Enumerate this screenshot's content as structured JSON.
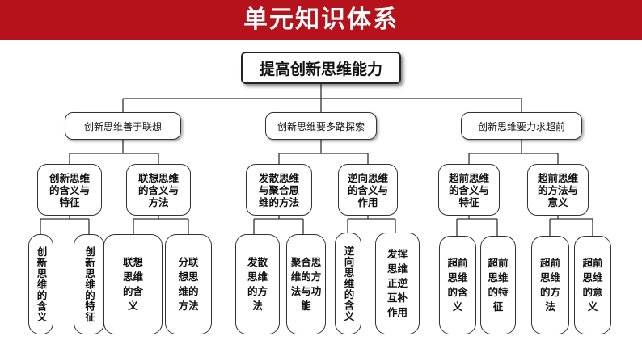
{
  "title": "单元知识体系",
  "root": "提高创新思维能力",
  "branches": [
    {
      "label": "创新思维善于联想",
      "children": [
        {
          "label": "创新思维的含义与特征",
          "leaves": [
            "创新思维的含义",
            "创新思维的特征"
          ]
        },
        {
          "label": "联想思维的含义与方法",
          "leaves": [
            "联想思维的含义",
            "分联想思维的方法"
          ]
        }
      ]
    },
    {
      "label": "创新思维要多路探索",
      "children": [
        {
          "label": "发散思维与聚合思维的方法",
          "leaves": [
            "发散思维的方法",
            "聚合思维的方法与功能"
          ]
        },
        {
          "label": "逆向思维的含义与作用",
          "leaves": [
            "逆向思维的含义",
            "发挥思维正逆互补作用"
          ]
        }
      ]
    },
    {
      "label": "创新思维要力求超前",
      "children": [
        {
          "label": "超前思维的含义与特征",
          "leaves": [
            "超前思维的含义",
            "超前思维的特征"
          ]
        },
        {
          "label": "超前思维的方法与意义",
          "leaves": [
            "超前思维的方法",
            "超前思维的意义"
          ]
        }
      ]
    }
  ]
}
